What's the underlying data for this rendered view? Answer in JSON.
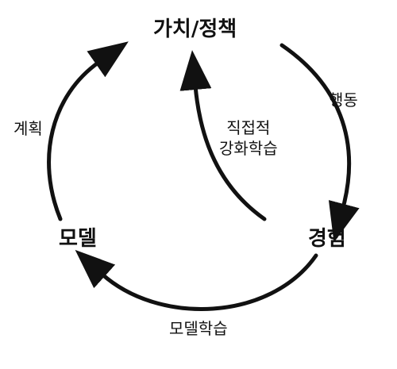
{
  "nodes": {
    "value_policy": "가치/정책",
    "experience": "경험",
    "model": "모델"
  },
  "edges": {
    "action": "행동",
    "model_learning": "모델학습",
    "planning": "계획",
    "direct_rl_line1": "직접적",
    "direct_rl_line2": "강화학습"
  },
  "colors": {
    "stroke": "#111111",
    "background": "#ffffff"
  }
}
